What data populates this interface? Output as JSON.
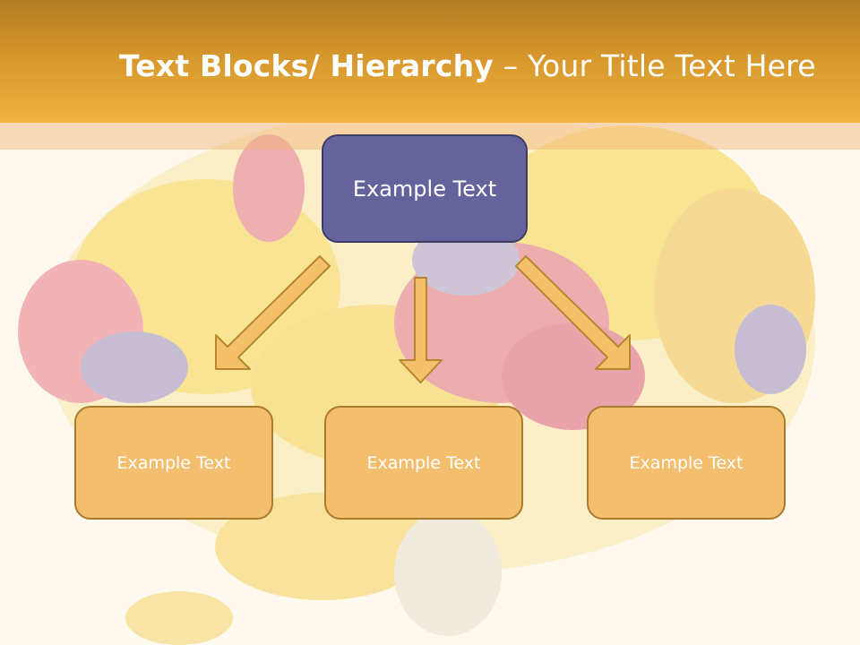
{
  "slide": {
    "title_bold": "Text Blocks/ Hierarchy",
    "title_rest": " – Your Title Text Here"
  },
  "hierarchy": {
    "top": {
      "label": "Example Text"
    },
    "children": [
      {
        "label": "Example Text"
      },
      {
        "label": "Example Text"
      },
      {
        "label": "Example Text"
      }
    ]
  },
  "colors": {
    "title_bar": "#e2a234",
    "top_box_fill": "#65639b",
    "child_box_fill": "#f3be6d",
    "arrow_fill": "#f4c06a",
    "arrow_stroke": "#b5872f"
  }
}
